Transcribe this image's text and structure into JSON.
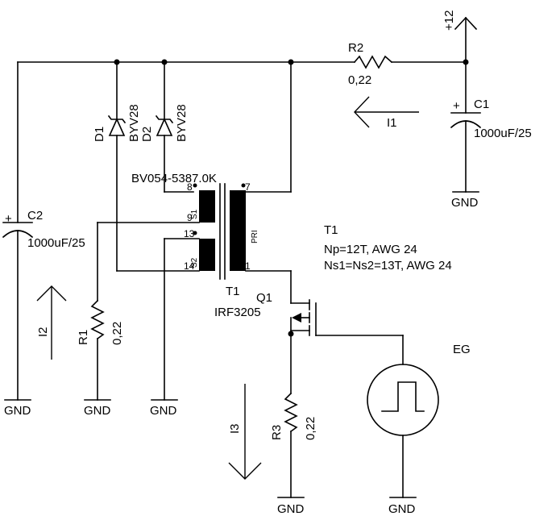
{
  "supply": {
    "label": "+12"
  },
  "r2": {
    "name": "R2",
    "value": "0,22"
  },
  "c1": {
    "name": "C1",
    "value": "1000uF/25",
    "plus": "+"
  },
  "c2": {
    "name": "C2",
    "value": "1000uF/25",
    "plus": "+"
  },
  "d1": {
    "name": "D1",
    "part": "BYV28"
  },
  "d2": {
    "name": "D2",
    "part": "BYV28"
  },
  "transformer": {
    "part": "BV054-5387.0K",
    "name": "T1",
    "winding_s1": "S1",
    "winding_s2": "S2",
    "winding_pri": "PRI",
    "pins": [
      "8",
      "9",
      "13",
      "14",
      "7",
      "1"
    ]
  },
  "t1_notes": {
    "title": "T1",
    "line1": "Np=12T, AWG 24",
    "line2": "Ns1=Ns2=13T, AWG 24"
  },
  "q1": {
    "name": "Q1",
    "part": "IRF3205"
  },
  "r1": {
    "name": "R1",
    "value": "0,22"
  },
  "r3": {
    "name": "R3",
    "value": "0,22"
  },
  "eg": {
    "name": "EG"
  },
  "currents": {
    "i1": "I1",
    "i2": "I2",
    "i3": "I3"
  },
  "gnd_label": "GND"
}
